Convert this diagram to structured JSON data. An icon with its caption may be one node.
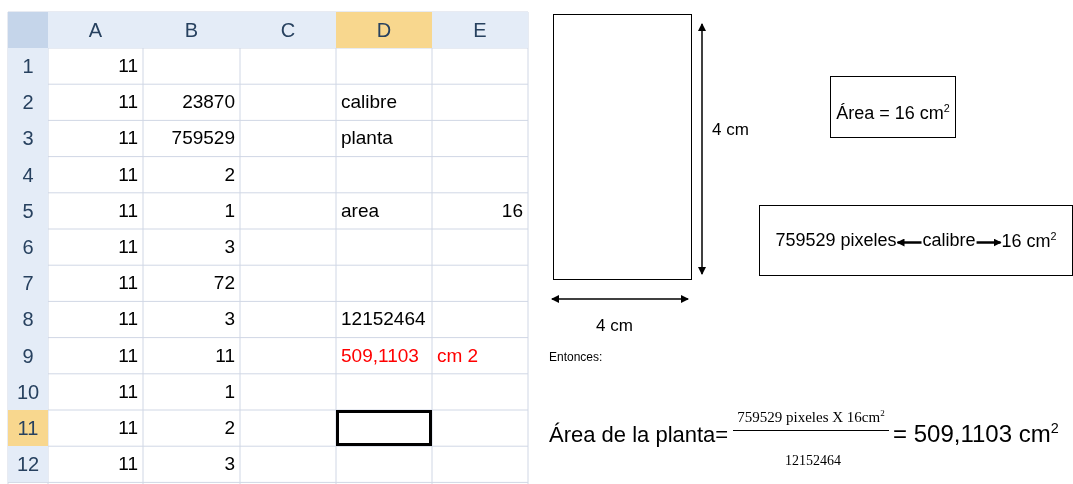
{
  "diagram": {
    "nodes": [
      {
        "text": [],
        "shape": "box"
      },
      {
        "text": [
          "Área = 16 cm$^{2}$"
        ]
      },
      {
        "text": [],
        "shape": "box"
      },
      {
        "text": [
          "759529 pixeles"
        ],
        "in": 2
      },
      {
        "text": [
          "calibre"
        ],
        "in": 2
      },
      {
        "text": [
          "16 cm$^{2}$"
        ],
        "in": 2
      }
    ],
    "edges": [
      {
        "from": 4,
        "to": 3,
        "arrow": "to"
      },
      {
        "from": 4,
        "to": 5,
        "arrow": "to"
      }
    ],
    "labels": [
      "A",
      "B",
      "C",
      "D",
      "E",
      "1",
      "11",
      "2",
      "11",
      "23870",
      "calibre",
      "3",
      "11",
      "759529",
      "planta",
      "4",
      "11",
      "2",
      "5",
      "11",
      "1",
      "area",
      "16",
      "6",
      "11",
      "3",
      "7",
      "11",
      "72",
      "8",
      "11",
      "3",
      "12152464",
      "9",
      "11",
      "11",
      "509,1103",
      "cm 2",
      "10",
      "11",
      "1",
      "11",
      "11",
      "2",
      "12",
      "11",
      "3",
      "4 cm",
      "4 cm",
      "Entonces:",
      "Área de la planta=",
      "759529 pixeles X 16cm$^{2}$",
      "12152464",
      "= 509,1103 cm$^{2}$"
    ]
  }
}
